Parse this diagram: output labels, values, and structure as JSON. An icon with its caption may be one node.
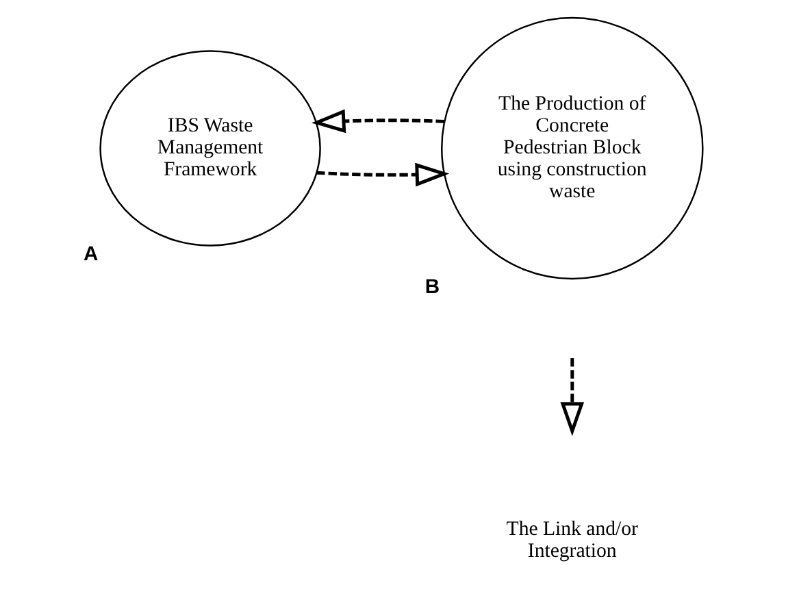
{
  "diagram": {
    "nodes": [
      {
        "text": [
          "IBS Waste Management Framework"
        ],
        "beside": [
          "A"
        ]
      },
      {
        "text": [
          "The Production of Concrete Pedestrian Block using construction waste"
        ],
        "beside": [
          "B"
        ]
      }
    ],
    "edges": [
      {
        "from": 0,
        "to": 1,
        "arrow": "to",
        "style": "dashed"
      },
      {
        "from": 1,
        "to": 0,
        "arrow": "to",
        "style": "dashed"
      }
    ],
    "legend": [
      {
        "text": "The Link and/or Integration"
      }
    ]
  }
}
